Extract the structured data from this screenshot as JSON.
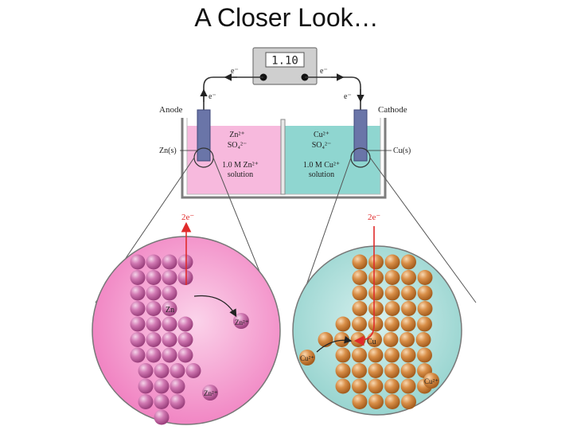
{
  "slide": {
    "title": "A Closer Look…"
  },
  "colors": {
    "anode_solution": "#f7b9dd",
    "cathode_solution": "#8fd6d0",
    "anode_circle": "#f486c4",
    "cathode_circle": "#a9ddd9",
    "zn_atom": "#c05a9c",
    "cu_atom": "#c97e3a",
    "electron_arrow": "#e02b2b",
    "electrode": "#6a75a8"
  },
  "voltmeter": {
    "reading": "1.10"
  },
  "electron_labels": {
    "top_left": "e⁻",
    "top_right": "e⁻",
    "left_wire": "e⁻",
    "right_wire": "e⁻",
    "zoom_left": "2e⁻",
    "zoom_right": "2e⁻"
  },
  "cell": {
    "anode_label": "Anode",
    "cathode_label": "Cathode",
    "zn_electrode_label": "Zn(s)",
    "cu_electrode_label": "Cu(s)",
    "anode_ion1": "Zn²⁺",
    "anode_ion2": "SO₄²⁻",
    "anode_conc": "1.0 M Zn²⁺",
    "anode_solution": "solution",
    "cathode_ion1": "Cu²⁺",
    "cathode_ion2": "SO₄²⁻",
    "cathode_conc": "1.0 M Cu²⁺",
    "cathode_solution": "solution"
  },
  "zoom_left": {
    "metal_label": "Zn",
    "ion_label_1": "Zn²⁺",
    "ion_label_2": "Zn²⁺"
  },
  "zoom_right": {
    "metal_label": "Cu",
    "ion_label_1": "Cu²⁺",
    "ion_label_2": "Cu²⁺"
  }
}
